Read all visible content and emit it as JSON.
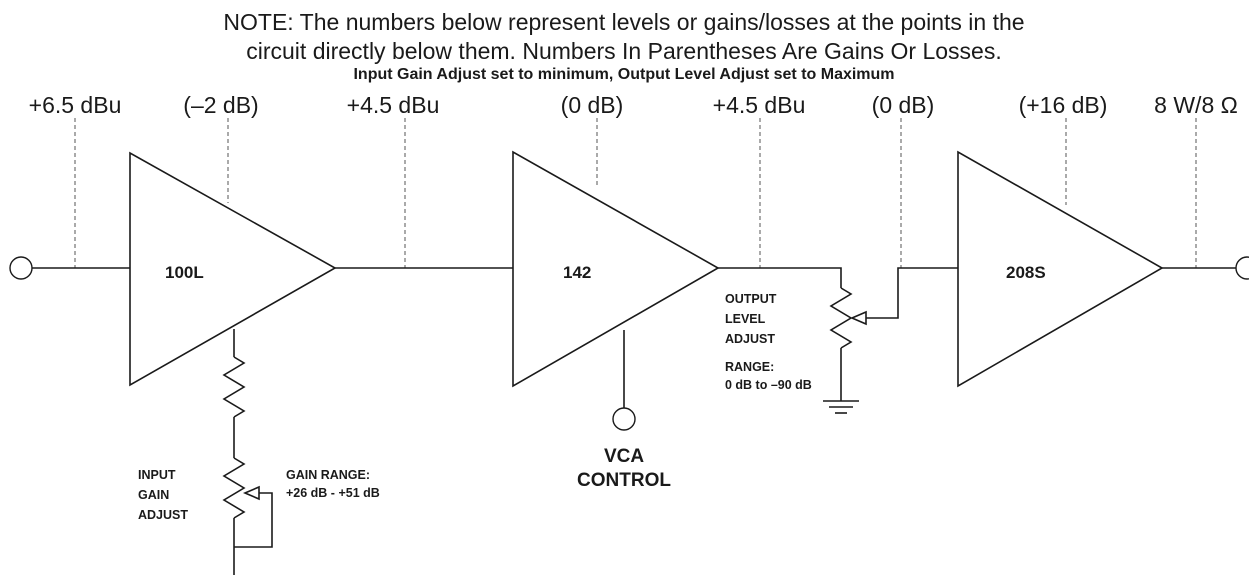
{
  "note": {
    "line1": "NOTE: The numbers below represent levels or gains/losses at the points in the",
    "line2": "circuit directly below them. Numbers In Parentheses Are Gains Or Losses.",
    "subtitle": "Input Gain Adjust set to minimum, Output Level Adjust set to Maximum"
  },
  "levels": [
    "+6.5 dBu",
    "(–2 dB)",
    "+4.5 dBu",
    "(0 dB)",
    "+4.5 dBu",
    "(0 dB)",
    "(+16 dB)",
    "8 W/8 Ω"
  ],
  "amplifiers": {
    "first": "100L",
    "second": "142",
    "third": "208S"
  },
  "input_gain": {
    "label": [
      "INPUT",
      "GAIN",
      "ADJUST"
    ],
    "range_title": "GAIN RANGE:",
    "range_value": "+26 dB - +51 dB"
  },
  "output_level": {
    "label": [
      "OUTPUT",
      "LEVEL",
      "ADJUST"
    ],
    "range_title": "RANGE:",
    "range_value": "0 dB to –90 dB"
  },
  "vca": {
    "line1": "VCA",
    "line2": "CONTROL"
  }
}
